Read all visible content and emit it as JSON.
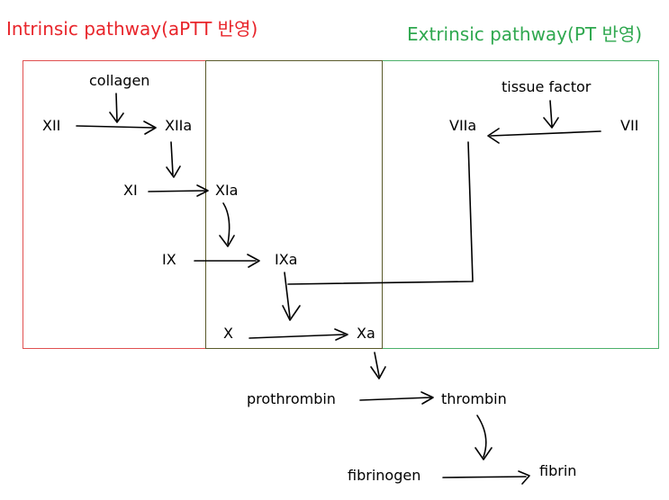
{
  "titles": {
    "intrinsic": "Intrinsic pathway(aPTT 반영)",
    "extrinsic": "Extrinsic pathway(PT 반영)"
  },
  "colors": {
    "intrinsic": "#e8252b",
    "extrinsic": "#2fa84f",
    "intrinsic_box": "#e05050",
    "extrinsic_box": "#4cb06a"
  },
  "nodes": {
    "collagen": "collagen",
    "xii": "XII",
    "xiia": "XIIa",
    "xi": "XI",
    "xia": "XIa",
    "ix": "IX",
    "ixa": "IXa",
    "x": "X",
    "xa": "Xa",
    "tissue_factor": "tissue factor",
    "viia": "VIIa",
    "vii": "VII",
    "prothrombin": "prothrombin",
    "thrombin": "thrombin",
    "fibrinogen": "fibrinogen",
    "fibrin": "fibrin"
  }
}
